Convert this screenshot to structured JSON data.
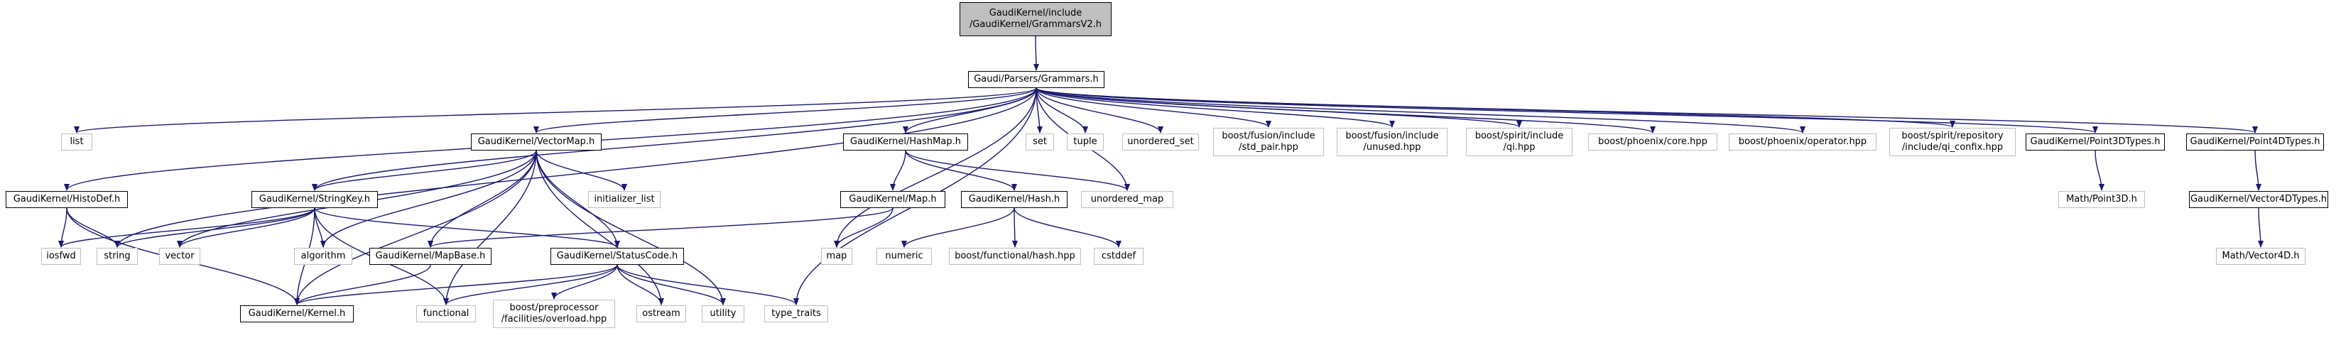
{
  "graph": {
    "root": "GaudiKernel/include\n/GaudiKernel/GrammarsV2.h",
    "nodes": {
      "grammars": "Gaudi/Parsers/Grammars.h",
      "list": "list",
      "histodef": "GaudiKernel/HistoDef.h",
      "vectormap": "GaudiKernel/VectorMap.h",
      "hashmap": "GaudiKernel/HashMap.h",
      "set": "set",
      "tuple": "tuple",
      "unordered_set": "unordered_set",
      "std_pair": "boost/fusion/include\n/std_pair.hpp",
      "unused": "boost/fusion/include\n/unused.hpp",
      "qi": "boost/spirit/include\n/qi.hpp",
      "phx_core": "boost/phoenix/core.hpp",
      "phx_op": "boost/phoenix/operator.hpp",
      "qi_confix": "boost/spirit/repository\n/include/qi_confix.hpp",
      "point3d": "GaudiKernel/Point3DTypes.h",
      "point4d": "GaudiKernel/Point4DTypes.h",
      "iosfwd": "iosfwd",
      "string": "string",
      "vector": "vector",
      "stringkey": "GaudiKernel/StringKey.h",
      "algorithm": "algorithm",
      "initializer_list": "initializer_list",
      "mapbase": "GaudiKernel/MapBase.h",
      "statuscode": "GaudiKernel/StatusCode.h",
      "kernel": "GaudiKernel/Kernel.h",
      "functional": "functional",
      "overload": "boost/preprocessor\n/facilities/overload.hpp",
      "ostream": "ostream",
      "utility": "utility",
      "type_traits": "type_traits",
      "map_h": "GaudiKernel/Map.h",
      "hash_h": "GaudiKernel/Hash.h",
      "unordered_map": "unordered_map",
      "map": "map",
      "numeric": "numeric",
      "boost_hash": "boost/functional/hash.hpp",
      "cstddef": "cstddef",
      "math_point3d": "Math/Point3D.h",
      "vector4d": "GaudiKernel/Vector4DTypes.h",
      "math_vector4d": "Math/Vector4D.h"
    }
  }
}
